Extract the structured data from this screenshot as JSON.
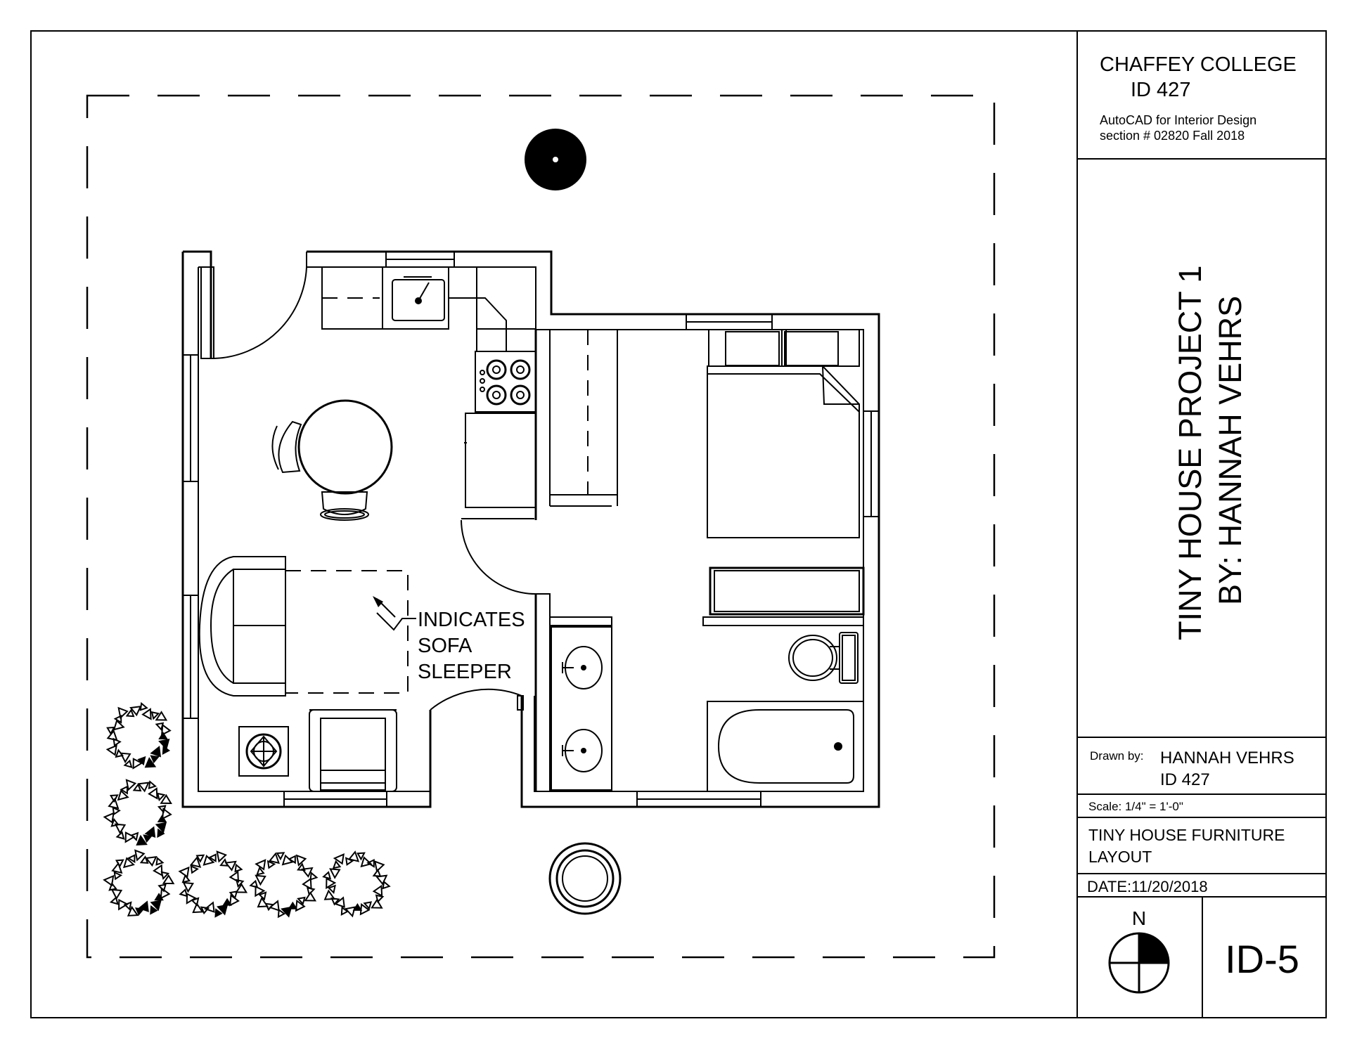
{
  "title_block": {
    "school": "CHAFFEY COLLEGE",
    "course": "ID 427",
    "course_desc": "AutoCAD for Interior Design",
    "section": "section # 02820  Fall 2018",
    "project_title": "TINY HOUSE PROJECT 1",
    "project_author": "BY: HANNAH VEHRS",
    "drawn_by_label": "Drawn by:",
    "drawn_by_name": "HANNAH VEHRS",
    "drawn_by_course": "ID 427",
    "scale": "Scale: 1/4\" = 1'-0\"",
    "sheet_title_line1": "TINY HOUSE FURNITURE",
    "sheet_title_line2": "LAYOUT",
    "date": "DATE:11/20/2018",
    "north_label": "N",
    "sheet_number": "ID-5"
  },
  "annotation": {
    "line1": "INDICATES",
    "line2": "SOFA",
    "line3": "SLEEPER"
  },
  "icons": [
    "north-arrow-icon",
    "tree-symbol-icon",
    "fire-pit-icon",
    "birdbath-icon",
    "sink-icon",
    "toilet-icon",
    "bathtub-icon",
    "stove-icon"
  ]
}
